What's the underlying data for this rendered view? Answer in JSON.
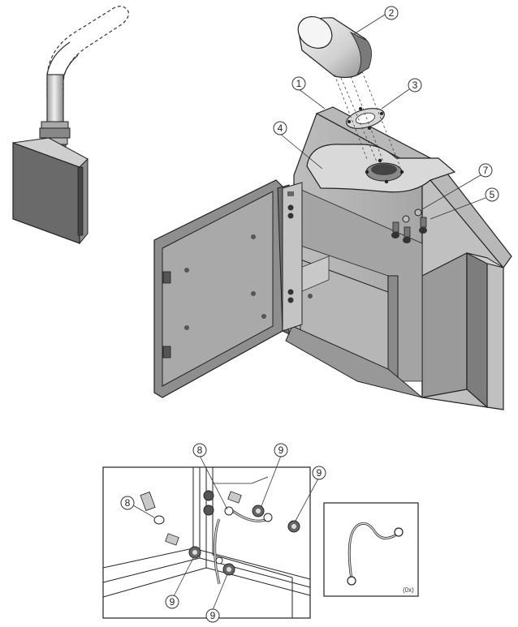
{
  "callouts": {
    "c1": "1",
    "c2": "2",
    "c3": "3",
    "c4": "4",
    "c5": "5",
    "c6_7": "7",
    "c8a": "8",
    "c8b": "8",
    "c9a": "9",
    "c9b": "9",
    "c9c": "9",
    "c9d": "9"
  },
  "detail": {
    "quantity_label": "(0x)"
  },
  "colors": {
    "panel_dark": "#6f6f6f",
    "panel_mid": "#9a9a9a",
    "panel_light": "#c9c9c9",
    "line": "#2b2b2b"
  }
}
